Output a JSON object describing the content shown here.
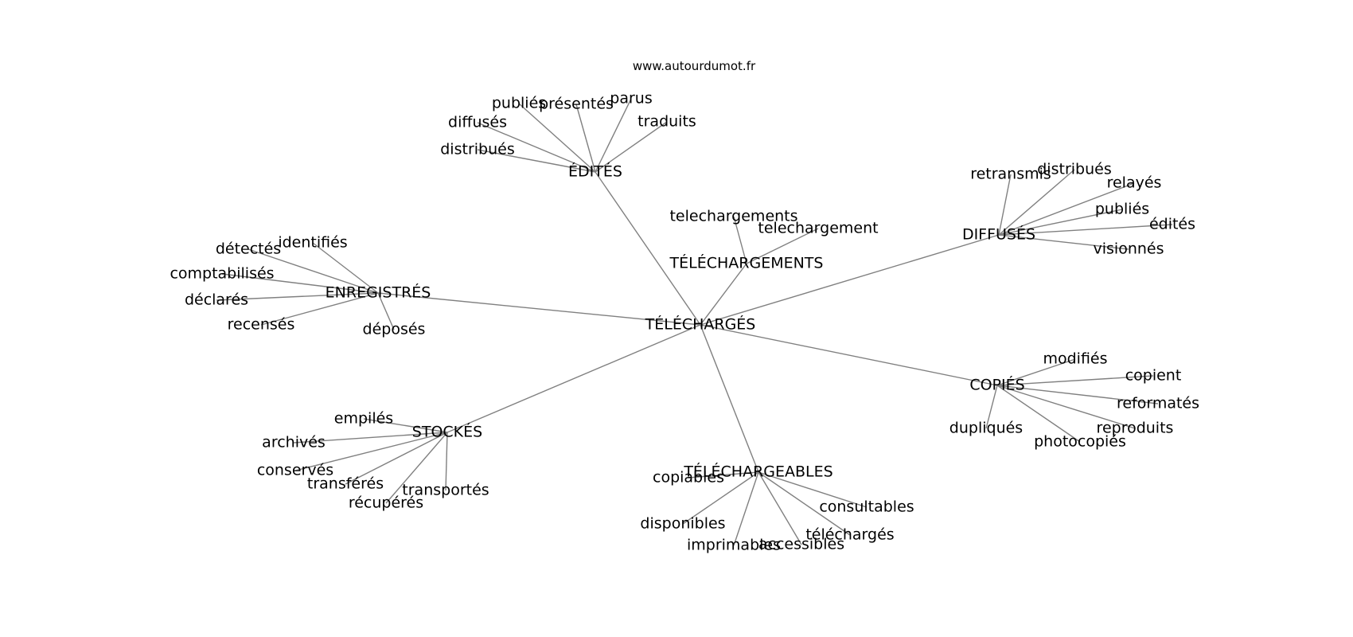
{
  "website": "www.autourdumot.fr",
  "graph": {
    "center": "TÉLÉCHARGÉS",
    "hubs": [
      {
        "id": "edites",
        "label": "ÉDITÉS",
        "leaves": [
          "publiés",
          "présentés",
          "parus",
          "diffusés",
          "traduits",
          "distribués"
        ]
      },
      {
        "id": "telechargements",
        "label": "TÉLÉCHARGEMENTS",
        "leaves": [
          "telechargements",
          "telechargement"
        ]
      },
      {
        "id": "diffuses",
        "label": "DIFFUSÉS",
        "leaves": [
          "retransmis",
          "distribués",
          "relayés",
          "publiés",
          "édités",
          "visionnés"
        ]
      },
      {
        "id": "enregistres",
        "label": "ENREGISTRÉS",
        "leaves": [
          "identifiés",
          "détectés",
          "comptabilisés",
          "déclarés",
          "recensés",
          "déposés"
        ]
      },
      {
        "id": "copies",
        "label": "COPIÉS",
        "leaves": [
          "modifiés",
          "copient",
          "reformatés",
          "dupliqués",
          "reproduits",
          "photocopiés"
        ]
      },
      {
        "id": "stockes",
        "label": "STOCKÉS",
        "leaves": [
          "empilés",
          "archivés",
          "conservés",
          "transférés",
          "transportés",
          "récupérés"
        ]
      },
      {
        "id": "telechargeables",
        "label": "TÉLÉCHARGEABLES",
        "leaves": [
          "copiables",
          "consultables",
          "disponibles",
          "téléchargés",
          "imprimables",
          "accessibles"
        ]
      }
    ]
  }
}
